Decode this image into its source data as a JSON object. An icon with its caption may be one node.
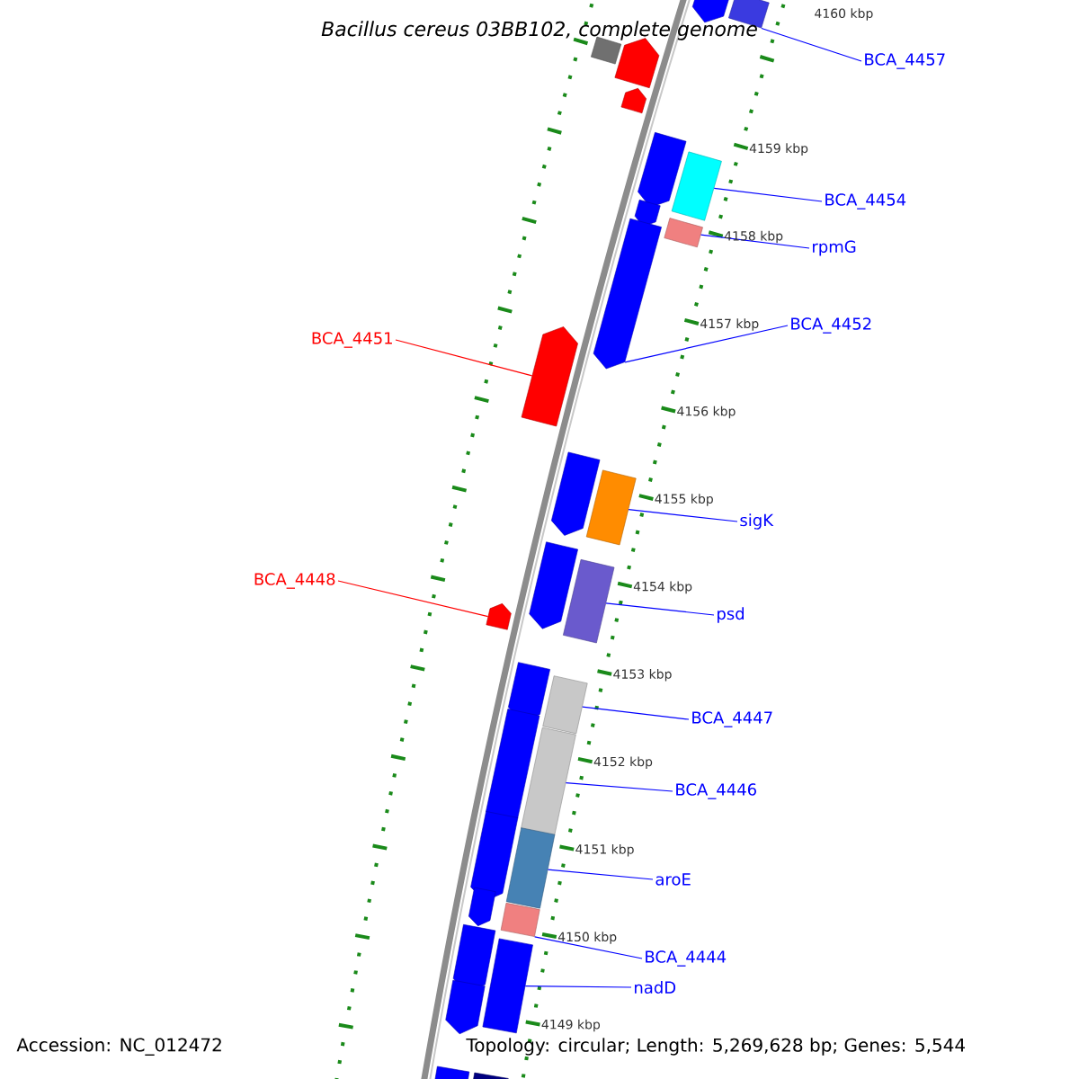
{
  "diagram": {
    "title": "Bacillus cereus 03BB102, complete genome",
    "nodes": [
      {
        "text": [
          "BCA_4457"
        ]
      },
      {
        "text": [
          "BCA_4454"
        ]
      },
      {
        "text": [
          "rpmG"
        ]
      },
      {
        "text": [
          "BCA_4452"
        ]
      },
      {
        "text": [
          "BCA_4451"
        ]
      },
      {
        "text": [
          "sigK"
        ]
      },
      {
        "text": [
          "BCA_4448"
        ]
      },
      {
        "text": [
          "psd"
        ]
      },
      {
        "text": [
          "BCA_4447"
        ]
      },
      {
        "text": [
          "BCA_4446"
        ]
      },
      {
        "text": [
          "aroE"
        ]
      },
      {
        "text": [
          "BCA_4444"
        ]
      },
      {
        "text": [
          "nadD"
        ]
      },
      {
        "text": [],
        "shape": "arrow"
      },
      {
        "text": [],
        "shape": "box"
      },
      {
        "text": [],
        "shape": "box"
      },
      {
        "text": [],
        "shape": "arrow"
      },
      {
        "text": [],
        "shape": "arrow"
      },
      {
        "text": [],
        "shape": "arrow"
      },
      {
        "text": [],
        "shape": "box"
      },
      {
        "text": [],
        "shape": "arrow"
      },
      {
        "text": [],
        "shape": "box"
      },
      {
        "text": [],
        "shape": "arrow"
      },
      {
        "text": [],
        "shape": "arrow"
      },
      {
        "text": [],
        "shape": "arrow"
      },
      {
        "text": [],
        "shape": "box"
      },
      {
        "text": [],
        "shape": "arrow"
      },
      {
        "text": [],
        "shape": "box"
      },
      {
        "text": [],
        "shape": "arrow"
      },
      {
        "text": [],
        "shape": "arrow"
      },
      {
        "text": [],
        "shape": "box"
      },
      {
        "text": [],
        "shape": "arrow"
      },
      {
        "text": [],
        "shape": "box"
      },
      {
        "text": [],
        "shape": "arrow"
      },
      {
        "text": [],
        "shape": "box"
      },
      {
        "text": [],
        "shape": "arrow"
      },
      {
        "text": [],
        "shape": "box"
      },
      {
        "text": [],
        "shape": "arrow"
      },
      {
        "text": [],
        "shape": "box"
      },
      {
        "text": [],
        "shape": "arrow"
      },
      {
        "text": [],
        "shape": "arrow"
      },
      {
        "text": [],
        "shape": "box"
      }
    ],
    "edges": [
      {
        "from": 0,
        "to": 14,
        "arrow": "none"
      },
      {
        "from": 1,
        "to": 19,
        "arrow": "none"
      },
      {
        "from": 2,
        "to": 21,
        "arrow": "none"
      },
      {
        "from": 3,
        "to": 22,
        "arrow": "none"
      },
      {
        "from": 4,
        "to": 23,
        "arrow": "none",
        "color": "#ff0000"
      },
      {
        "from": 5,
        "to": 25,
        "arrow": "none"
      },
      {
        "from": 6,
        "to": 28,
        "arrow": "none",
        "color": "#ff0000"
      },
      {
        "from": 7,
        "to": 27,
        "arrow": "none"
      },
      {
        "from": 8,
        "to": 30,
        "arrow": "none"
      },
      {
        "from": 9,
        "to": 32,
        "arrow": "none"
      },
      {
        "from": 10,
        "to": 34,
        "arrow": "none"
      },
      {
        "from": 11,
        "to": 36,
        "arrow": "none"
      },
      {
        "from": 12,
        "to": 38,
        "arrow": "none"
      }
    ],
    "labels": [
      "4160 kbp",
      "4159 kbp",
      "4158 kbp",
      "4157 kbp",
      "4156 kbp",
      "4155 kbp",
      "4154 kbp",
      "4153 kbp",
      "4152 kbp",
      "4151 kbp",
      "4150 kbp",
      "4149 kbp",
      "Accession: NC_012472",
      "Topology: circular; Length: 5,269,628 bp; Genes: 5,544"
    ]
  }
}
